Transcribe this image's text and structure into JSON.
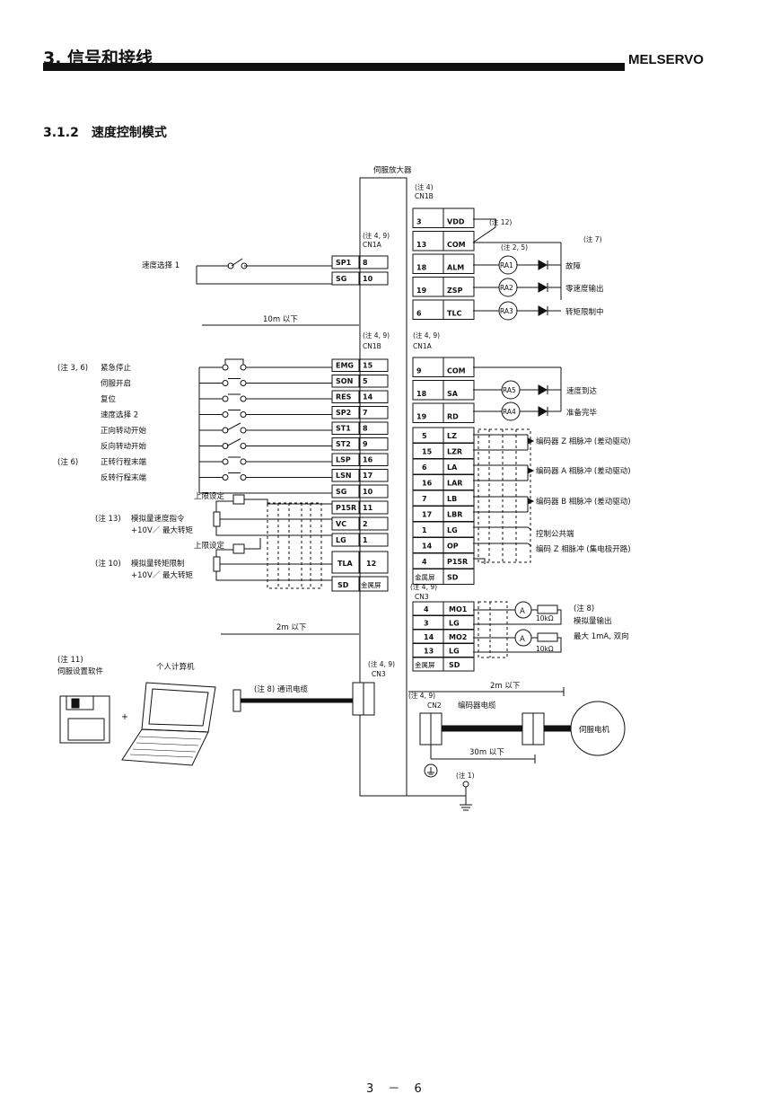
{
  "header": {
    "chapter_title": "3. 信号和接线",
    "brand": "MELSERVO"
  },
  "section": {
    "title": "3.1.2　速度控制模式"
  },
  "diagram": {
    "amplifier_label": "伺服放大器",
    "cn1b_top_note": "(注 4)",
    "cn1b_top": "CN1B",
    "cn1a_left_note": "(注 4, 9)",
    "cn1a_left": "CN1A",
    "note12": "(注 12)",
    "note25": "(注 2, 5)",
    "note7": "(注 7)",
    "cn1b_lower_note": "(注 4, 9)",
    "cn1b_lower": "CN1B",
    "cn1a_lower_note": "(注 4, 9)",
    "cn1a_lower": "CN1A",
    "dist_10m": "10m 以下",
    "dist_2m_left": "2m 以下",
    "dist_2m_right": "2m 以下",
    "dist_30m": "30m 以下",
    "speed_select1": "速度选择 1",
    "upper_limit1": "上限设定",
    "upper_limit2": "上限设定",
    "upper_pins": [
      {
        "sig": "VDD",
        "pin": "3"
      },
      {
        "sig": "COM",
        "pin": "13"
      },
      {
        "sig": "ALM",
        "pin": "18"
      },
      {
        "sig": "ZSP",
        "pin": "19"
      },
      {
        "sig": "TLC",
        "pin": "6"
      }
    ],
    "cn1a_upper_pins": [
      {
        "sig": "SP1",
        "pin": "8"
      },
      {
        "sig": "SG",
        "pin": "10"
      }
    ],
    "relay_outputs": [
      {
        "relay": "RA1",
        "label": "故障"
      },
      {
        "relay": "RA2",
        "label": "零速度输出"
      },
      {
        "relay": "RA3",
        "label": "转矩限制中"
      }
    ],
    "left_inputs": [
      {
        "note": "(注 3, 6)",
        "label": "紧急停止",
        "sig": "EMG",
        "pin": "15"
      },
      {
        "note": "",
        "label": "伺服开启",
        "sig": "SON",
        "pin": "5"
      },
      {
        "note": "",
        "label": "复位",
        "sig": "RES",
        "pin": "14"
      },
      {
        "note": "",
        "label": "速度选择 2",
        "sig": "SP2",
        "pin": "7"
      },
      {
        "note": "",
        "label": "正向转动开始",
        "sig": "ST1",
        "pin": "8"
      },
      {
        "note": "",
        "label": "反向转动开始",
        "sig": "ST2",
        "pin": "9"
      },
      {
        "note": "(注 6)",
        "label": "正转行程末端",
        "sig": "LSP",
        "pin": "16"
      },
      {
        "note": "",
        "label": "反转行程末端",
        "sig": "LSN",
        "pin": "17"
      }
    ],
    "left_power_pins": [
      {
        "sig": "SG",
        "pin": "10"
      },
      {
        "sig": "P15R",
        "pin": "11"
      },
      {
        "sig": "VC",
        "pin": "2"
      },
      {
        "sig": "LG",
        "pin": "1"
      },
      {
        "sig": "TLA",
        "pin": "12"
      },
      {
        "sig": "SD",
        "pin": "金属屏"
      }
    ],
    "analog_speed": {
      "note": "(注 13)",
      "label": "模拟量速度指令",
      "range": "+10V／ 最大转矩"
    },
    "analog_torque": {
      "note": "(注 10)",
      "label": "模拟量转矩限制",
      "range": "+10V／ 最大转矩"
    },
    "cn1a_lower_pins": [
      {
        "pin": "9",
        "sig": "COM"
      },
      {
        "pin": "18",
        "sig": "SA"
      },
      {
        "pin": "19",
        "sig": "RD"
      },
      {
        "pin": "5",
        "sig": "LZ"
      },
      {
        "pin": "15",
        "sig": "LZR"
      },
      {
        "pin": "6",
        "sig": "LA"
      },
      {
        "pin": "16",
        "sig": "LAR"
      },
      {
        "pin": "7",
        "sig": "LB"
      },
      {
        "pin": "17",
        "sig": "LBR"
      },
      {
        "pin": "1",
        "sig": "LG"
      },
      {
        "pin": "14",
        "sig": "OP"
      },
      {
        "pin": "4",
        "sig": "P15R"
      },
      {
        "pin": "金属屏",
        "sig": "SD"
      }
    ],
    "relay_outputs2": [
      {
        "relay": "RA5",
        "label": "速度到达"
      },
      {
        "relay": "RA4",
        "label": "准备完毕"
      }
    ],
    "encoder_outputs": [
      "编码器 Z 相脉冲 (差动驱动)",
      "编码器 A 相脉冲 (差动驱动)",
      "编码器 B 相脉冲 (差动驱动)",
      "控制公共端",
      "编码 Z 相脉冲 (集电极开路)"
    ],
    "cn3_note": "(注 4, 9)",
    "cn3": "CN3",
    "cn3_pins": [
      {
        "pin": "4",
        "sig": "MO1"
      },
      {
        "pin": "3",
        "sig": "LG"
      },
      {
        "pin": "14",
        "sig": "MO2"
      },
      {
        "pin": "13",
        "sig": "LG"
      },
      {
        "pin": "金属屏",
        "sig": "SD"
      }
    ],
    "note8": "(注 8)",
    "analog_output": "模拟量输出",
    "analog_output_range": "最大 1mA, 双向",
    "res1": "10kΩ",
    "res2": "10kΩ",
    "meter": "A",
    "note11": "(注 11)",
    "setup_software": "伺服设置软件",
    "pc": "个人计算机",
    "comm_cable": "(注 8)  通讯电缆",
    "cn3_mid_note": "(注 4, 9)",
    "cn3_mid": "CN3",
    "cn2_note": "(注 4, 9)",
    "cn2": "CN2",
    "encoder_cable": "编码器电缆",
    "servo_motor": "伺服电机",
    "note1": "(注 1)"
  },
  "footer": {
    "page": "3 － 6"
  }
}
